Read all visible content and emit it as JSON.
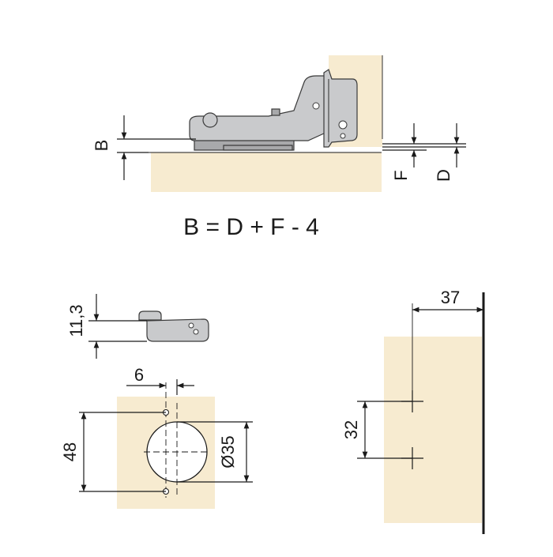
{
  "colors": {
    "wood": "#f7ebd0",
    "metal": "#c9cacc",
    "metal_dark": "#a8a9ab",
    "line": "#1a1a1a"
  },
  "top_view": {
    "label_b": "B",
    "label_f": "F",
    "label_d": "D",
    "formula": "B = D + F - 4"
  },
  "side_view": {
    "height_label": "11,3"
  },
  "cup_view": {
    "offset_label": "6",
    "height_label": "48",
    "diameter_label": "Ø35"
  },
  "mount_view": {
    "distance_label": "37",
    "spacing_label": "32"
  }
}
